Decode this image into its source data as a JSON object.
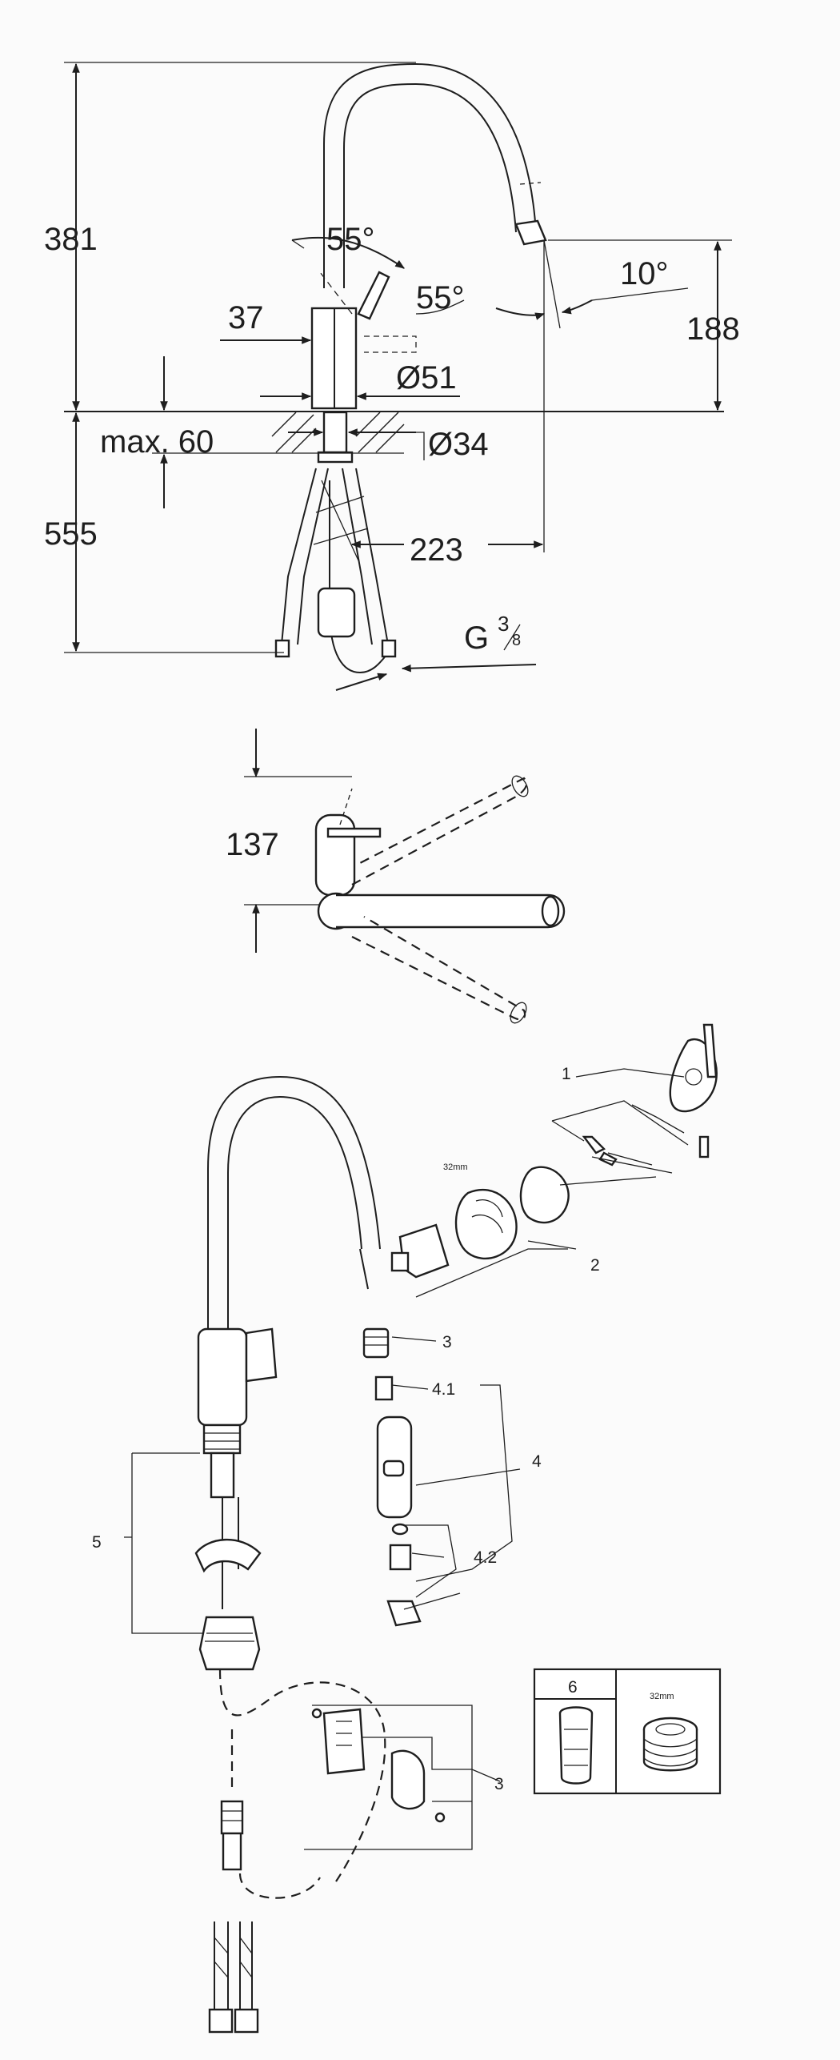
{
  "top_view": {
    "height_total": "381",
    "angle_top": "55°",
    "angle_side": "55°",
    "angle_spout": "10°",
    "spout_height": "188",
    "lever_offset": "37",
    "body_diameter": "Ø51",
    "hole_diameter": "Ø34",
    "max_thickness": "max. 60",
    "below_length": "555",
    "reach": "223",
    "connection_main": "G",
    "connection_num": "3",
    "connection_den": "8"
  },
  "plan_view": {
    "depth": "137"
  },
  "parts": {
    "label_1": "1",
    "label_2": "2",
    "label_3a": "3",
    "label_3b": "3",
    "label_4": "4",
    "label_4_1": "4.1",
    "label_4_2": "4.2",
    "label_5": "5",
    "wrench_size": "32mm"
  },
  "tools_box": {
    "label": "6",
    "wrench_size": "32mm"
  }
}
